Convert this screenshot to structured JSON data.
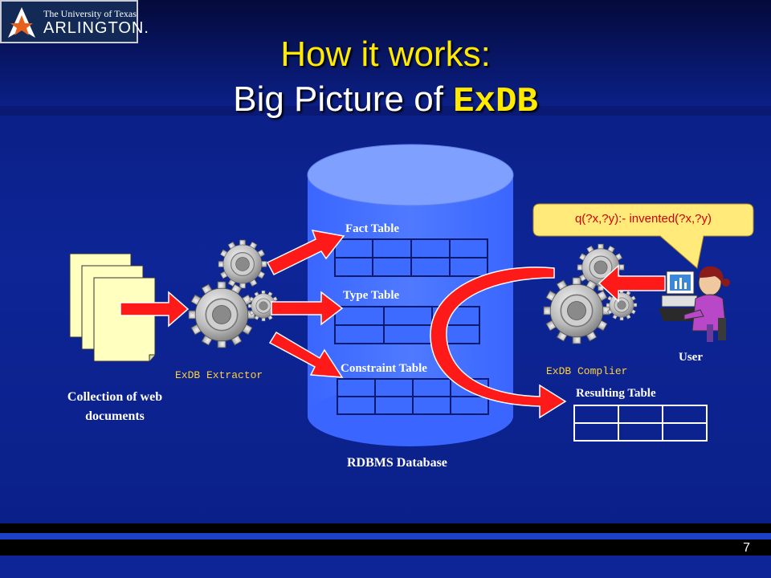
{
  "logo": {
    "line1": "The University of Texas",
    "line2": "ARLINGTON.",
    "star_icon": "texas-star-icon"
  },
  "title": {
    "line1": "How it works:",
    "line2_prefix": "Big Picture of ",
    "line2_code": "ExDB"
  },
  "labels": {
    "collection": "Collection of web documents",
    "extractor": "ExDB Extractor",
    "compiler": "ExDB Complier",
    "fact_table": "Fact Table",
    "type_table": "Type Table",
    "constraint_table": "Constraint Table",
    "database": "RDBMS Database",
    "resulting_table": "Resulting Table",
    "user": "User"
  },
  "query": "q(?x,?y):- invented(?x,?y)",
  "page_number": "7",
  "colors": {
    "title": "#ffea00",
    "background": "#0d2596",
    "cylinder": "#3a66ff",
    "arrow": "#ff1a1a",
    "doc": "#ffffc0",
    "callout": "#ffea7a",
    "label_mono": "#ffd23a"
  }
}
